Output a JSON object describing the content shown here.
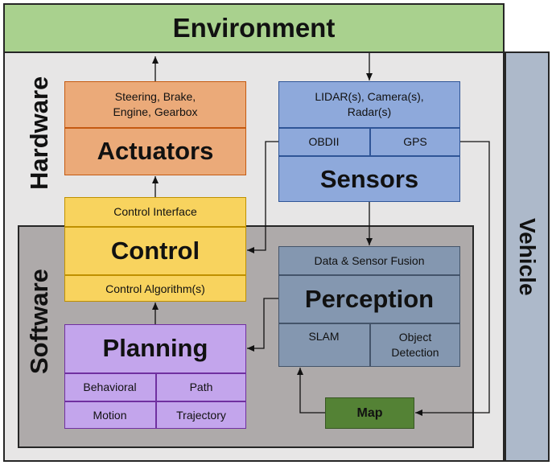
{
  "title": "Environment",
  "vehicle_label": "Vehicle",
  "hardware_label": "Hardware",
  "software_label": "Software",
  "actuators": {
    "header": "Steering, Brake,\nEngine, Gearbox",
    "title": "Actuators",
    "color": "#ebaa79"
  },
  "sensors": {
    "header": "LIDAR(s), Camera(s),\nRadar(s)",
    "sub_left": "OBDII",
    "sub_right": "GPS",
    "title": "Sensors",
    "color": "#8ea9db"
  },
  "control": {
    "header": "Control Interface",
    "title": "Control",
    "footer": "Control Algorithm(s)",
    "color": "#f8d35e"
  },
  "perception": {
    "header": "Data & Sensor Fusion",
    "title": "Perception",
    "sub_left": "SLAM",
    "sub_right": "Object\nDetection",
    "color": "#8497b0"
  },
  "planning": {
    "title": "Planning",
    "cells": [
      "Behavioral",
      "Path",
      "Motion",
      "Trajectory"
    ],
    "color": "#c3a5ec"
  },
  "map": {
    "title": "Map",
    "color": "#548235"
  },
  "colors": {
    "environment": "#a9d18e",
    "vehicle": "#adb9ca",
    "hardware_bg": "#e7e6e6",
    "software_bg": "#aeaaaa"
  }
}
